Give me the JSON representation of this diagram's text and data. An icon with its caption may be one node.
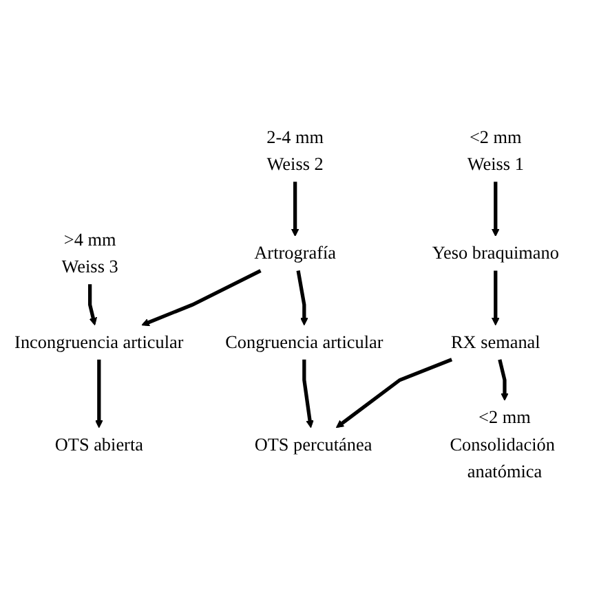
{
  "diagram": {
    "nodes": [
      {
        "text": [
          "<2 mm",
          "Weiss 1"
        ]
      },
      {
        "text": [
          "2-4 mm",
          "Weiss 2"
        ]
      },
      {
        "text": [
          ">4 mm",
          "Weiss 3"
        ]
      },
      {
        "text": [
          "Yeso braquimano"
        ]
      },
      {
        "text": [
          "Artrografía"
        ]
      },
      {
        "text": [
          "RX semanal"
        ]
      },
      {
        "text": [
          "Congruencia articular"
        ]
      },
      {
        "text": [
          "Incongruencia articular"
        ]
      },
      {
        "text": [
          "<2 mm",
          "Consolidación anatómica"
        ]
      },
      {
        "text": [
          "OTS percutánea"
        ]
      },
      {
        "text": [
          "OTS abierta"
        ]
      }
    ],
    "edges": [
      {
        "from": 0,
        "to": 3,
        "arrow": "to"
      },
      {
        "from": 1,
        "to": 4,
        "arrow": "to"
      },
      {
        "from": 2,
        "to": 7,
        "arrow": "to"
      },
      {
        "from": 3,
        "to": 5,
        "arrow": "to"
      },
      {
        "from": 4,
        "to": 6,
        "arrow": "to"
      },
      {
        "from": 4,
        "to": 7,
        "arrow": "to"
      },
      {
        "from": 5,
        "to": 8,
        "arrow": "to"
      },
      {
        "from": 5,
        "to": 9,
        "arrow": "to"
      },
      {
        "from": 6,
        "to": 9,
        "arrow": "to"
      },
      {
        "from": 7,
        "to": 10,
        "arrow": "to"
      }
    ]
  }
}
